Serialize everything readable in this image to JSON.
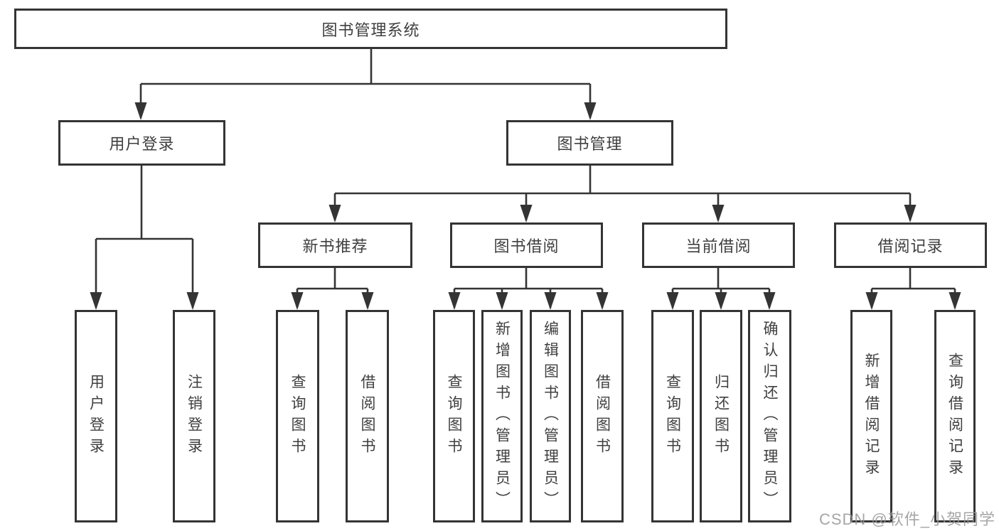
{
  "tree": {
    "root": {
      "label": "图书管理系统"
    },
    "level2": [
      {
        "label": "用户登录",
        "children": [
          {
            "label": "用户登录"
          },
          {
            "label": "注销登录"
          }
        ]
      },
      {
        "label": "图书管理"
      }
    ],
    "level3": [
      {
        "label": "新书推荐",
        "children": [
          {
            "label": "查询图书"
          },
          {
            "label": "借阅图书"
          }
        ]
      },
      {
        "label": "图书借阅",
        "children": [
          {
            "label": "查询图书"
          },
          {
            "label": "新增图书（管理员）"
          },
          {
            "label": "编辑图书（管理员）"
          },
          {
            "label": "借阅图书"
          }
        ]
      },
      {
        "label": "当前借阅",
        "children": [
          {
            "label": "查询图书"
          },
          {
            "label": "归还图书"
          },
          {
            "label": "确认归还（管理员）"
          }
        ]
      },
      {
        "label": "借阅记录",
        "children": [
          {
            "label": "新增借阅记录"
          },
          {
            "label": "查询借阅记录"
          }
        ]
      }
    ]
  },
  "watermark": {
    "text": "CSDN @软件_小贺同学"
  },
  "colors": {
    "line": "#343434",
    "text": "#3f3f3f",
    "watermark": "#a6a6a6",
    "background": "#ffffff"
  }
}
